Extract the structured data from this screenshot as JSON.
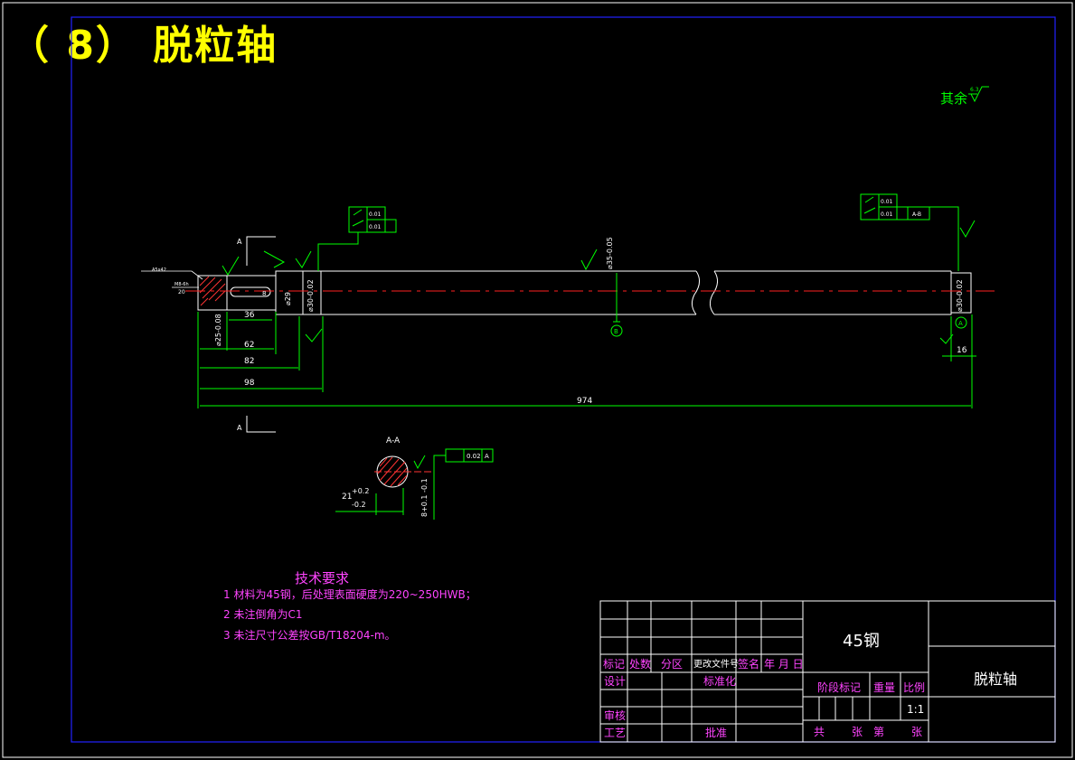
{
  "header": {
    "title": "（ 8） 脱粒轴"
  },
  "drawing": {
    "surface_note": "其余",
    "surface_value": "6.3",
    "section_label": "A-A",
    "cut_marker": "A",
    "dims": {
      "d36": "36",
      "d62": "62",
      "d82": "82",
      "d98": "98",
      "d974": "974",
      "d16": "16",
      "dia25": "⌀25-0.08",
      "dia29": "⌀29",
      "dia30a": "⌀30-0.02",
      "dia30b": "⌀30-0.02",
      "dia35": "⌀35-0.05",
      "key8": "8",
      "chamfer": "A5x42",
      "thread": "M8-6h",
      "len20": "20",
      "d21": "21",
      "d21tol_up": "+0.2",
      "d21tol_dn": "-0.2",
      "d8tol": "8+0.1 -0.1"
    },
    "tolerances": {
      "t1a": "0.01",
      "t1b": "0.01",
      "t2a": "0.01",
      "t2b": "0.01",
      "t2ref": "A-B",
      "t3": "0.02",
      "t3ref": "A",
      "datumA": "A",
      "datumB": "B"
    },
    "tech_req": {
      "title": "技术要求",
      "items": [
        "1 材料为45钢，后处理表面硬度为220~250HWB；",
        "2 未注倒角为C1",
        "3 未注尺寸公差按GB/T18204-m。"
      ]
    },
    "title_block": {
      "material": "45钢",
      "part_name": "脱粒轴",
      "scale": "1:1",
      "col_labels": [
        "标记",
        "处数",
        "分区",
        "更改文件号",
        "签名",
        "年 月 日"
      ],
      "design": "设计",
      "standard": "标准化",
      "stage": "阶段标记",
      "weight": "重量",
      "ratio": "比例",
      "review": "审核",
      "process": "工艺",
      "approve": "批准",
      "sheet_total": "共",
      "sheet_word1": "张",
      "sheet_nth": "第",
      "sheet_word2": "张"
    }
  }
}
